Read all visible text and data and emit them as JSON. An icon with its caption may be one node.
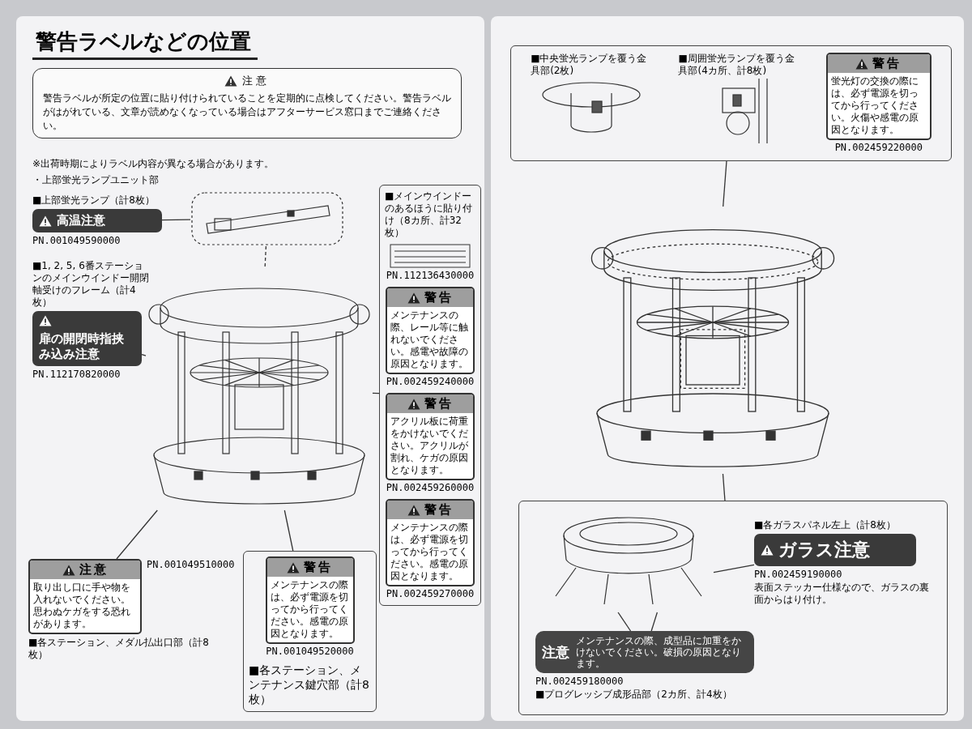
{
  "diagram": {
    "title": "警告ラベルなどの位置",
    "nodes": [
      {
        "text": [
          "注意",
          "警告ラベルが所定の位置に貼り付けられていることを定期的に点検してください。警告ラベルがはがれている、文章が読めなくなっている場合はアフターサービス窓口までご連絡ください。"
        ]
      },
      {
        "text": [],
        "shape": "picture"
      },
      {
        "text": [],
        "shape": "picture"
      },
      {
        "text": [
          "高温注意"
        ],
        "beside": [
          "■上部蛍光ランプ（計8枚）",
          "PN.001049590000"
        ]
      },
      {
        "text": [
          "扉の開閉時指挟み込み注意"
        ],
        "beside": [
          "■1, 2, 5, 6番ステーションのメインウインドー開閉軸受けのフレーム（計4枚）",
          "PN.112170820000"
        ]
      },
      {
        "text": [
          "■メインウインドーのあるほうに貼り付け（8カ所、計32枚）"
        ]
      },
      {
        "text": [],
        "shape": "box",
        "in": 5,
        "beside": [
          "PN.112136430000"
        ]
      },
      {
        "text": [
          "警告",
          "メンテナンスの際、レール等に触れないでください。感電や故障の原因となります。"
        ],
        "in": 5,
        "beside": [
          "PN.002459240000"
        ]
      },
      {
        "text": [
          "警告",
          "アクリル板に荷重をかけないでください。アクリルが割れ、ケガの原因となります。"
        ],
        "in": 5,
        "beside": [
          "PN.002459260000"
        ]
      },
      {
        "text": [
          "警告",
          "メンテナンスの際は、必ず電源を切ってから行ってください。感電の原因となります。"
        ],
        "in": 5,
        "beside": [
          "PN.002459270000"
        ]
      },
      {
        "text": [
          "注意",
          "取り出し口に手や物を入れないでください。思わぬケガをする恐れがあります。"
        ],
        "beside": [
          "PN.001049510000",
          "■各ステーション、メダル払出口部（計8枚）"
        ]
      },
      {
        "text": [
          "■各ステーション、メンテナンス鍵穴部（計8枚）"
        ]
      },
      {
        "text": [
          "警告",
          "メンテナンスの際は、必ず電源を切ってから行ってください。感電の原因となります。"
        ],
        "in": 11,
        "beside": [
          "PN.001049520000"
        ]
      },
      {
        "text": [],
        "shape": "box"
      },
      {
        "text": [],
        "shape": "picture",
        "in": 13,
        "beside": [
          "■中央蛍光ランプを覆う金具部(2枚)"
        ]
      },
      {
        "text": [],
        "shape": "picture",
        "in": 13,
        "beside": [
          "■周囲蛍光ランプを覆う金具部(4カ所、計8枚)"
        ]
      },
      {
        "text": [
          "警告",
          "蛍光灯の交換の際には、必ず電源を切ってから行ってください。火傷や感電の原因となります。"
        ],
        "in": 13,
        "beside": [
          "PN.002459220000"
        ]
      },
      {
        "text": [],
        "shape": "picture"
      },
      {
        "text": [],
        "shape": "box"
      },
      {
        "text": [],
        "shape": "picture",
        "in": 18
      },
      {
        "text": [
          "ガラス注意"
        ],
        "in": 18,
        "beside": [
          "■各ガラスパネル左上（計8枚）",
          "PN.002459190000",
          "表面ステッカー仕様なので、ガラスの裏面からはり付け。"
        ]
      },
      {
        "text": [
          "注意",
          "メンテナンスの際、成型品に加重をかけないでください。破損の原因となります。"
        ],
        "in": 18,
        "beside": [
          "PN.002459180000",
          "■プログレッシブ成形品部（2カ所、計4枚）"
        ]
      }
    ],
    "edges": [
      {
        "from": 3,
        "to": 2,
        "arrow": "none"
      },
      {
        "from": 2,
        "to": 1,
        "arrow": "none",
        "style": "dashed"
      },
      {
        "from": 4,
        "to": 1,
        "arrow": "none"
      },
      {
        "from": 5,
        "to": 1,
        "arrow": "none"
      },
      {
        "from": 10,
        "to": 1,
        "arrow": "none"
      },
      {
        "from": 11,
        "to": 1,
        "arrow": "none"
      },
      {
        "from": 13,
        "to": 17,
        "arrow": "none"
      },
      {
        "from": 18,
        "to": 17,
        "arrow": "none"
      },
      {
        "from": 20,
        "to": 19,
        "arrow": "none"
      },
      {
        "from": 21,
        "to": 19,
        "arrow": "none"
      },
      {
        "from": 21,
        "to": 19,
        "arrow": "none"
      }
    ],
    "labels": [
      "※出荷時期によりラベル内容が異なる場合があります。",
      "・上部蛍光ランプユニット部"
    ]
  }
}
